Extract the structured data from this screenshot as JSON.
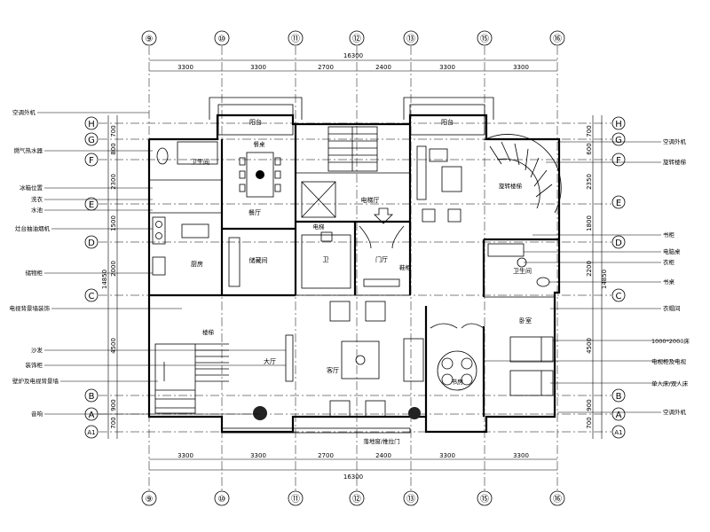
{
  "axes": {
    "top": [
      "⑨",
      "⑩",
      "⑪",
      "⑫",
      "⑬",
      "⑮",
      "⑯"
    ],
    "bottom": [
      "⑨",
      "⑩",
      "⑪",
      "⑫",
      "⑬",
      "⑮",
      "⑯"
    ],
    "left": [
      "H",
      "G",
      "F",
      "E",
      "D",
      "C",
      "B",
      "A",
      "A1"
    ],
    "right": [
      "H",
      "G",
      "F",
      "E",
      "D",
      "C",
      "B",
      "A",
      "A1"
    ]
  },
  "dimensions": {
    "top_total": "16300",
    "top_segments": [
      "3300",
      "3300",
      "2700",
      "2400",
      "3300",
      "3300"
    ],
    "bottom_total": "16300",
    "bottom_segments": [
      "3300",
      "3300",
      "2700",
      "2400",
      "3300",
      "3300"
    ],
    "left_total": "14850",
    "left_segments": [
      "700",
      "800",
      "2300",
      "1500",
      "2000",
      "4500",
      "900",
      "700"
    ],
    "right_total": "14850",
    "right_segments": [
      "700",
      "600",
      "2350",
      "1800",
      "2200",
      "4500",
      "900",
      "700"
    ]
  },
  "rooms": {
    "balcony_left": "阳台",
    "balcony_right": "阳台",
    "toilet": "卫生间",
    "dining": "餐厅",
    "kitchen": "厨房",
    "dining_table": "餐桌",
    "elevator": "电梯",
    "elevator_room": "电梯厅",
    "storage": "储藏间",
    "wc_small": "卫",
    "entry": "门厅",
    "shoe": "鞋柜",
    "stair_spiral": "旋转楼梯",
    "bath_right": "卫生间",
    "bedroom_right": "卧室",
    "living": "客厅",
    "hall": "大厅",
    "library": "书房",
    "stair_left": "楼梯"
  },
  "left_notes": [
    "空调外机",
    "燃气热水器",
    "冰箱位置",
    "洗衣",
    "水池",
    "灶台抽油烟机",
    "储物柜",
    "电视背景墙装饰",
    "沙发",
    "装饰柜",
    "壁炉及电视背景墙",
    "音响"
  ],
  "right_notes": [
    "空调外机",
    "旋转楼梯",
    "书柜",
    "电脑桌",
    "衣柜",
    "书桌",
    "衣帽间",
    "1000*2000床",
    "电视柜及电视",
    "单人床/双人床",
    "空调外机"
  ],
  "bottom_note": "落地窗/推拉门"
}
